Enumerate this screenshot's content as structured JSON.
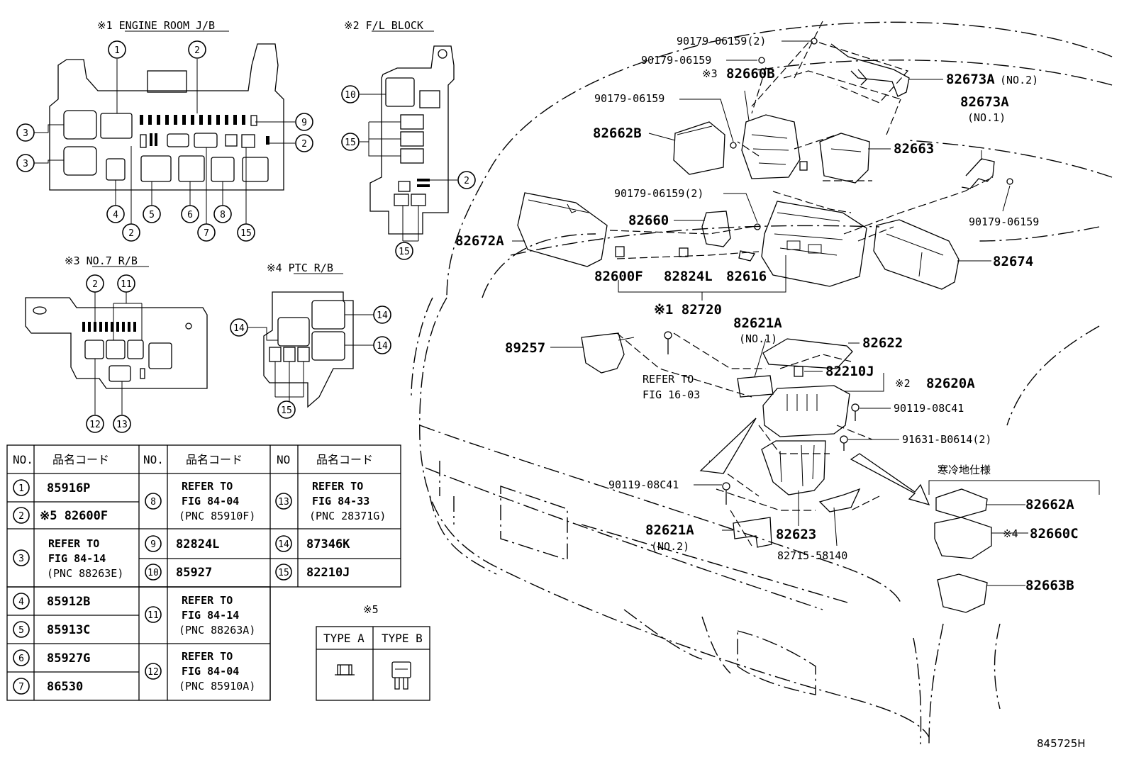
{
  "sections": {
    "s1": "※1 ENGINE ROOM J/B",
    "s2": "※2 F/L BLOCK",
    "s3": "※3 NO.7 R/B",
    "s4": "※4 PTC R/B",
    "s5": "※5"
  },
  "circled": {
    "n1": "1",
    "n2": "2",
    "n3": "3",
    "n4": "4",
    "n5": "5",
    "n6": "6",
    "n7": "7",
    "n8": "8",
    "n9": "9",
    "n10": "10",
    "n11": "11",
    "n12": "12",
    "n13": "13",
    "n14": "14",
    "n15": "15"
  },
  "parts": {
    "p_90179_2a": "90179-06159(2)",
    "p_90179_a": "90179-06159",
    "p_82660b": "82660B",
    "p_82660b_pref": "※3",
    "p_82673a_no2": "82673A",
    "p_82673a_no2_suffix": "(NO.2)",
    "p_90179_b": "90179-06159",
    "p_82673a": "82673A",
    "p_82673a_no1": "(NO.1)",
    "p_82662b": "82662B",
    "p_82663": "82663",
    "p_90179_2b": "90179-06159(2)",
    "p_90179_c": "90179-06159",
    "p_82660": "82660",
    "p_82672a": "82672A",
    "p_82674": "82674",
    "p_82600f": "82600F",
    "p_82824l": "82824L",
    "p_82616": "82616",
    "p_82720": "※1 82720",
    "p_82621a_no1": "82621A",
    "p_82621a_no1_sub": "(NO.1)",
    "p_82622": "82622",
    "p_89257": "89257",
    "p_refer1": "REFER TO",
    "p_refer2": "FIG 16-03",
    "p_82210j": "82210J",
    "p_82620a": "82620A",
    "p_82620a_pref": "※2",
    "p_90119_a": "90119-08C41",
    "p_91631": "91631-B0614(2)",
    "p_cold": "寒冷地仕様",
    "p_90119_b": "90119-08C41",
    "p_82662a": "82662A",
    "p_82660c": "82660C",
    "p_82660c_pref": "※4",
    "p_82621a_no2": "82621A",
    "p_82621a_no2_sub": "(NO.2)",
    "p_82623": "82623",
    "p_82715": "82715-58140",
    "p_82663b": "82663B",
    "fig_id": "845725H"
  },
  "table": {
    "head_no": "NO.",
    "head_no3": "NO",
    "head_code": "品名コード",
    "rows": {
      "r1": "85916P",
      "r2": "※5 82600F",
      "r3a": "REFER TO",
      "r3b": "FIG 84-14",
      "r3c": "(PNC 88263E)",
      "r4": "85912B",
      "r5": "85913C",
      "r6": "85927G",
      "r7": "86530",
      "r8a": "REFER TO",
      "r8b": "FIG 84-04",
      "r8c": "(PNC 85910F)",
      "r9": "82824L",
      "r10": "85927",
      "r11a": "REFER TO",
      "r11b": "FIG 84-14",
      "r11c": "(PNC 88263A)",
      "r12a": "REFER TO",
      "r12b": "FIG 84-04",
      "r12c": "(PNC 85910A)",
      "r13a": "REFER TO",
      "r13b": "FIG 84-33",
      "r13c": "(PNC 28371G)",
      "r14": "87346K",
      "r15": "82210J"
    }
  },
  "type_table": {
    "type_a": "TYPE A",
    "type_b": "TYPE B"
  }
}
